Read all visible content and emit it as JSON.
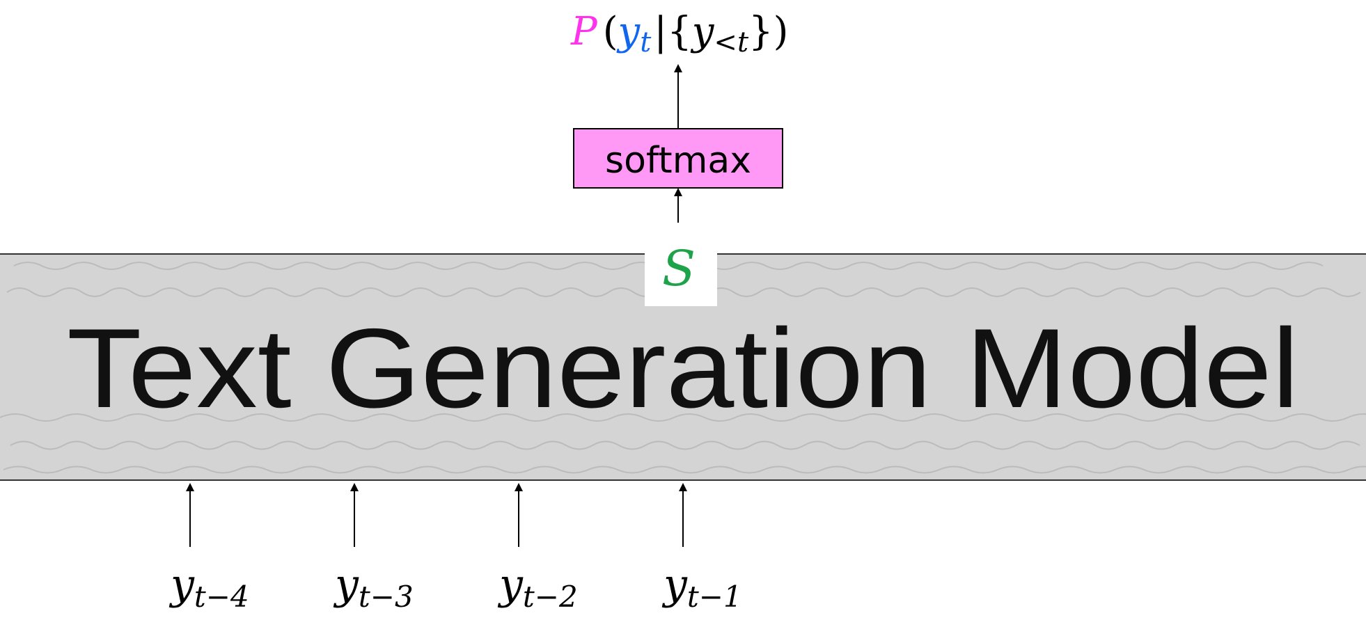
{
  "output": {
    "P": "P",
    "open_paren": "(",
    "y": "y",
    "y_sub": "t",
    "bar": "|",
    "lbrace": "{",
    "y2": "y",
    "y2_sub": "<t",
    "rbrace": "}",
    "close_paren": ")"
  },
  "softmax": {
    "label": "softmax"
  },
  "scores": {
    "label": "S"
  },
  "model": {
    "label": "Text Generation Model"
  },
  "inputs": [
    {
      "var": "y",
      "sub": "t−4"
    },
    {
      "var": "y",
      "sub": "t−3"
    },
    {
      "var": "y",
      "sub": "t−2"
    },
    {
      "var": "y",
      "sub": "t−1"
    }
  ],
  "colors": {
    "P": "#ff33ee",
    "y_t": "#1166ee",
    "softmax_fill": "#ff99f5",
    "scores": "#1fa34a",
    "model_fill": "#d4d4d4",
    "ink": "#000000"
  }
}
